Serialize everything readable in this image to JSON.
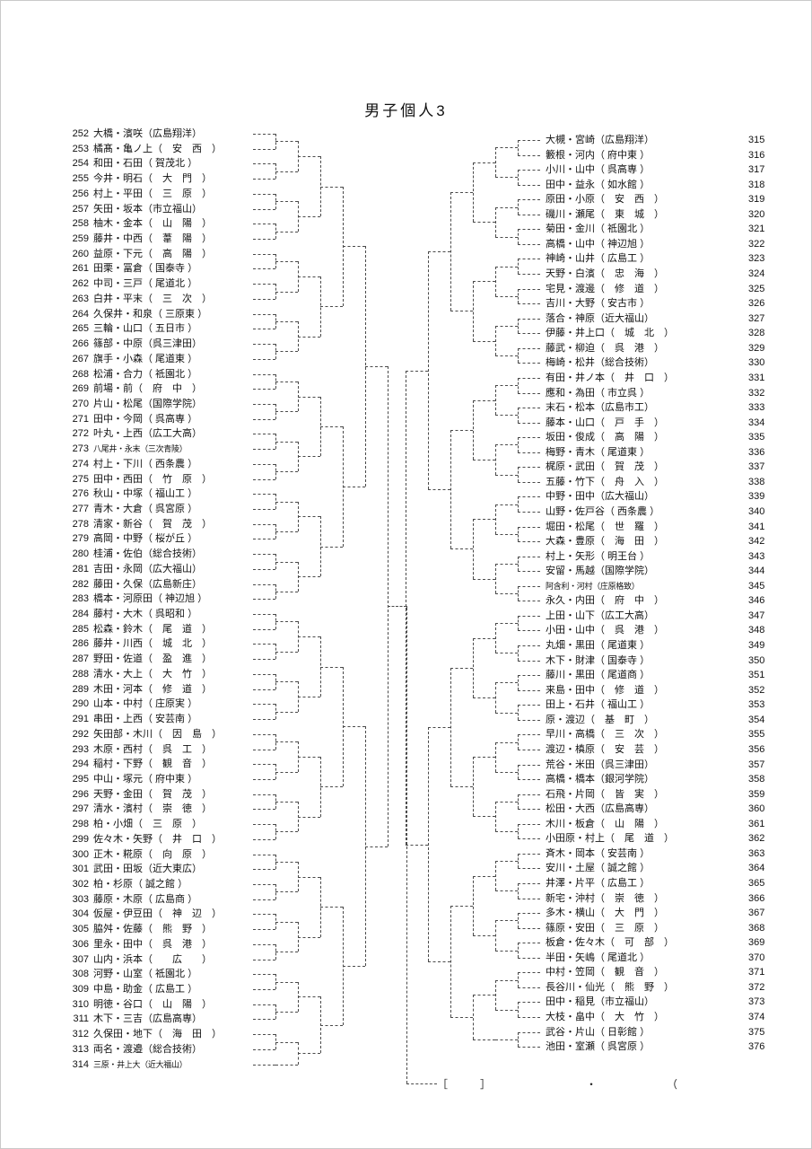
{
  "title": "男子個人3",
  "footer": {
    "blank_bracket": "［　　　］",
    "dot": "・",
    "open_paren": "（"
  },
  "left": {
    "entries": [
      {
        "no": 252,
        "pair": "大橋・濱咲",
        "school": "広島翔洋"
      },
      {
        "no": 253,
        "pair": "橘髙・亀ノ上",
        "school": "安西"
      },
      {
        "no": 254,
        "pair": "和田・石田",
        "school": "賀茂北"
      },
      {
        "no": 255,
        "pair": "今井・明石",
        "school": "大門"
      },
      {
        "no": 256,
        "pair": "村上・平田",
        "school": "三原"
      },
      {
        "no": 257,
        "pair": "矢田・坂本",
        "school": "市立福山"
      },
      {
        "no": 258,
        "pair": "柚木・金本",
        "school": "山陽"
      },
      {
        "no": 259,
        "pair": "藤井・中西",
        "school": "葦陽"
      },
      {
        "no": 260,
        "pair": "益原・下元",
        "school": "高陽"
      },
      {
        "no": 261,
        "pair": "田栗・冨倉",
        "school": "国泰寺"
      },
      {
        "no": 262,
        "pair": "中司・三戸",
        "school": "尾道北"
      },
      {
        "no": 263,
        "pair": "白井・平末",
        "school": "三次"
      },
      {
        "no": 264,
        "pair": "久保井・和泉",
        "school": "三原東"
      },
      {
        "no": 265,
        "pair": "三輪・山口",
        "school": "五日市"
      },
      {
        "no": 266,
        "pair": "篠部・中原",
        "school": "呉三津田"
      },
      {
        "no": 267,
        "pair": "旗手・小森",
        "school": "尾道東"
      },
      {
        "no": 268,
        "pair": "松浦・合力",
        "school": "祗園北"
      },
      {
        "no": 269,
        "pair": "前場・前",
        "school": "府中"
      },
      {
        "no": 270,
        "pair": "片山・松尾",
        "school": "国際学院"
      },
      {
        "no": 271,
        "pair": "田中・今岡",
        "school": "呉高専"
      },
      {
        "no": 272,
        "pair": "叶丸・上西",
        "school": "広工大高"
      },
      {
        "no": 273,
        "pair": "八尾井・永末",
        "school": "三次青陵"
      },
      {
        "no": 274,
        "pair": "村上・下川",
        "school": "西条農"
      },
      {
        "no": 275,
        "pair": "田中・西田",
        "school": "竹原"
      },
      {
        "no": 276,
        "pair": "秋山・中塚",
        "school": "福山工"
      },
      {
        "no": 277,
        "pair": "青木・大倉",
        "school": "呉宮原"
      },
      {
        "no": 278,
        "pair": "清家・新谷",
        "school": "賀茂"
      },
      {
        "no": 279,
        "pair": "高岡・中野",
        "school": "桜が丘"
      },
      {
        "no": 280,
        "pair": "桂浦・佐伯",
        "school": "総合技術"
      },
      {
        "no": 281,
        "pair": "吉田・永岡",
        "school": "広大福山"
      },
      {
        "no": 282,
        "pair": "藤田・久保",
        "school": "広島新庄"
      },
      {
        "no": 283,
        "pair": "橋本・河原田",
        "school": "神辺旭"
      },
      {
        "no": 284,
        "pair": "藤村・大木",
        "school": "呉昭和"
      },
      {
        "no": 285,
        "pair": "松森・鈴木",
        "school": "尾道"
      },
      {
        "no": 286,
        "pair": "藤井・川西",
        "school": "城北"
      },
      {
        "no": 287,
        "pair": "野田・佐道",
        "school": "盈進"
      },
      {
        "no": 288,
        "pair": "清水・大上",
        "school": "大竹"
      },
      {
        "no": 289,
        "pair": "木田・河本",
        "school": "修道"
      },
      {
        "no": 290,
        "pair": "山本・中村",
        "school": "庄原実"
      },
      {
        "no": 291,
        "pair": "串田・上西",
        "school": "安芸南"
      },
      {
        "no": 292,
        "pair": "矢田部・木川",
        "school": "因島"
      },
      {
        "no": 293,
        "pair": "木原・西村",
        "school": "呉工"
      },
      {
        "no": 294,
        "pair": "稲村・下野",
        "school": "観音"
      },
      {
        "no": 295,
        "pair": "中山・塚元",
        "school": "府中東"
      },
      {
        "no": 296,
        "pair": "天野・金田",
        "school": "賀茂"
      },
      {
        "no": 297,
        "pair": "清水・濱村",
        "school": "崇徳"
      },
      {
        "no": 298,
        "pair": "柏・小畑",
        "school": "三原"
      },
      {
        "no": 299,
        "pair": "佐々木・矢野",
        "school": "井口"
      },
      {
        "no": 300,
        "pair": "正木・糀原",
        "school": "向原"
      },
      {
        "no": 301,
        "pair": "武田・田坂",
        "school": "近大東広"
      },
      {
        "no": 302,
        "pair": "柏・杉原",
        "school": "誠之館"
      },
      {
        "no": 303,
        "pair": "藤原・木原",
        "school": "広島商"
      },
      {
        "no": 304,
        "pair": "仮屋・伊豆田",
        "school": "神辺"
      },
      {
        "no": 305,
        "pair": "脇舛・佐藤",
        "school": "熊野"
      },
      {
        "no": 306,
        "pair": "里永・田中",
        "school": "呉港"
      },
      {
        "no": 307,
        "pair": "山内・浜本",
        "school": "広"
      },
      {
        "no": 308,
        "pair": "河野・山室",
        "school": "祗園北"
      },
      {
        "no": 309,
        "pair": "中島・助金",
        "school": "広島工"
      },
      {
        "no": 310,
        "pair": "明徳・谷口",
        "school": "山陽"
      },
      {
        "no": 311,
        "pair": "木下・三吉",
        "school": "広島高専"
      },
      {
        "no": 312,
        "pair": "久保田・地下",
        "school": "海田"
      },
      {
        "no": 313,
        "pair": "両名・渡邉",
        "school": "総合技術"
      },
      {
        "no": 314,
        "pair": "三原・井上大",
        "school": "近大福山"
      }
    ]
  },
  "right": {
    "entries": [
      {
        "no": 315,
        "pair": "大槻・宮崎",
        "school": "広島翔洋"
      },
      {
        "no": 316,
        "pair": "籔根・河内",
        "school": "府中東"
      },
      {
        "no": 317,
        "pair": "小川・山中",
        "school": "呉高専"
      },
      {
        "no": 318,
        "pair": "田中・益永",
        "school": "如水館"
      },
      {
        "no": 319,
        "pair": "原田・小原",
        "school": "安西"
      },
      {
        "no": 320,
        "pair": "磯川・瀬尾",
        "school": "東城"
      },
      {
        "no": 321,
        "pair": "菊田・金川",
        "school": "祗園北"
      },
      {
        "no": 322,
        "pair": "高橋・山中",
        "school": "神辺旭"
      },
      {
        "no": 323,
        "pair": "神崎・山井",
        "school": "広島工"
      },
      {
        "no": 324,
        "pair": "天野・白濱",
        "school": "忠海"
      },
      {
        "no": 325,
        "pair": "宅見・渡邊",
        "school": "修道"
      },
      {
        "no": 326,
        "pair": "吉川・大野",
        "school": "安古市"
      },
      {
        "no": 327,
        "pair": "落合・神原",
        "school": "近大福山"
      },
      {
        "no": 328,
        "pair": "伊藤・井上口",
        "school": "城北"
      },
      {
        "no": 329,
        "pair": "藤武・柳迫",
        "school": "呉港"
      },
      {
        "no": 330,
        "pair": "梅崎・松井",
        "school": "総合技術"
      },
      {
        "no": 331,
        "pair": "有田・井ノ本",
        "school": "井口"
      },
      {
        "no": 332,
        "pair": "應和・為田",
        "school": "市立呉"
      },
      {
        "no": 333,
        "pair": "末石・松本",
        "school": "広島市工"
      },
      {
        "no": 334,
        "pair": "藤本・山口",
        "school": "戸手"
      },
      {
        "no": 335,
        "pair": "坂田・俊成",
        "school": "高陽"
      },
      {
        "no": 336,
        "pair": "梅野・青木",
        "school": "尾道東"
      },
      {
        "no": 337,
        "pair": "梶原・武田",
        "school": "賀茂"
      },
      {
        "no": 338,
        "pair": "五藤・竹下",
        "school": "舟入"
      },
      {
        "no": 339,
        "pair": "中野・田中",
        "school": "広大福山"
      },
      {
        "no": 340,
        "pair": "山野・佐戸谷",
        "school": "西条農"
      },
      {
        "no": 341,
        "pair": "堀田・松尾",
        "school": "世羅"
      },
      {
        "no": 342,
        "pair": "大森・豊原",
        "school": "海田"
      },
      {
        "no": 343,
        "pair": "村上・矢形",
        "school": "明王台"
      },
      {
        "no": 344,
        "pair": "安留・馬越",
        "school": "国際学院"
      },
      {
        "no": 345,
        "pair": "阿含利・河村",
        "school": "庄原格致"
      },
      {
        "no": 346,
        "pair": "永久・内田",
        "school": "府中"
      },
      {
        "no": 347,
        "pair": "上田・山下",
        "school": "広工大高"
      },
      {
        "no": 348,
        "pair": "小田・山中",
        "school": "呉港"
      },
      {
        "no": 349,
        "pair": "丸畑・黒田",
        "school": "尾道東"
      },
      {
        "no": 350,
        "pair": "木下・財津",
        "school": "国泰寺"
      },
      {
        "no": 351,
        "pair": "藤川・黒田",
        "school": "尾道商"
      },
      {
        "no": 352,
        "pair": "来島・田中",
        "school": "修道"
      },
      {
        "no": 353,
        "pair": "田上・石井",
        "school": "福山工"
      },
      {
        "no": 354,
        "pair": "原・渡辺",
        "school": "基町"
      },
      {
        "no": 355,
        "pair": "早川・高橋",
        "school": "三次"
      },
      {
        "no": 356,
        "pair": "渡辺・槙原",
        "school": "安芸"
      },
      {
        "no": 357,
        "pair": "荒谷・米田",
        "school": "呉三津田"
      },
      {
        "no": 358,
        "pair": "高橋・橋本",
        "school": "銀河学院"
      },
      {
        "no": 359,
        "pair": "石飛・片岡",
        "school": "皆実"
      },
      {
        "no": 360,
        "pair": "松田・大西",
        "school": "広島高専"
      },
      {
        "no": 361,
        "pair": "木川・板倉",
        "school": "山陽"
      },
      {
        "no": 362,
        "pair": "小田原・村上",
        "school": "尾道"
      },
      {
        "no": 363,
        "pair": "斉木・岡本",
        "school": "安芸南"
      },
      {
        "no": 364,
        "pair": "安川・土屋",
        "school": "誠之館"
      },
      {
        "no": 365,
        "pair": "井澤・片平",
        "school": "広島工"
      },
      {
        "no": 366,
        "pair": "新宅・沖村",
        "school": "崇徳"
      },
      {
        "no": 367,
        "pair": "多木・横山",
        "school": "大門"
      },
      {
        "no": 368,
        "pair": "篠原・安田",
        "school": "三原"
      },
      {
        "no": 369,
        "pair": "板倉・佐々木",
        "school": "可部"
      },
      {
        "no": 370,
        "pair": "半田・矢嶋",
        "school": "尾道北"
      },
      {
        "no": 371,
        "pair": "中村・笠岡",
        "school": "観音"
      },
      {
        "no": 372,
        "pair": "長谷川・仙光",
        "school": "熊野"
      },
      {
        "no": 373,
        "pair": "田中・稲見",
        "school": "市立福山"
      },
      {
        "no": 374,
        "pair": "大枝・畠中",
        "school": "大竹"
      },
      {
        "no": 375,
        "pair": "武谷・片山",
        "school": "日彰館"
      },
      {
        "no": 376,
        "pair": "池田・室瀬",
        "school": "呉宮原"
      }
    ]
  }
}
